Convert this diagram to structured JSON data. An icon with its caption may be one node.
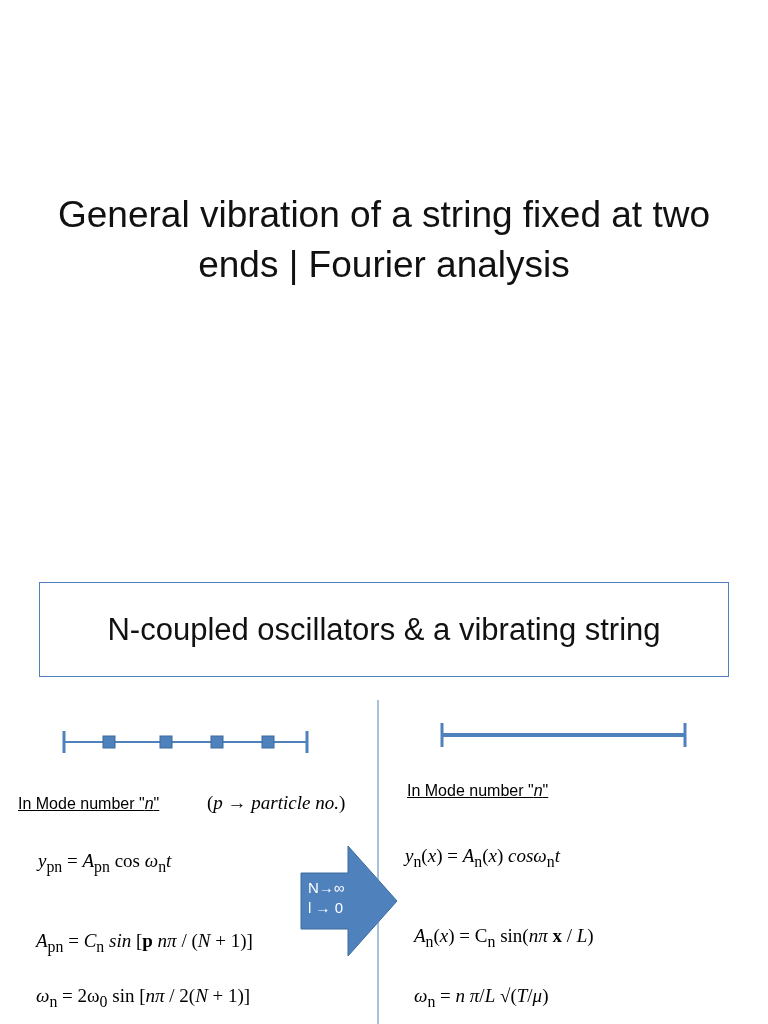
{
  "diagram": {
    "title": "General vibration of a string fixed at two ends | Fourier analysis",
    "nodes": [
      {
        "text": [
          "N-coupled oscillators & a vibrating string"
        ]
      },
      {
        "text": [
          "N→∞",
          "l → 0"
        ]
      }
    ],
    "labels": [
      "In Mode number \"*n*\"",
      "(*p* → *particle no.*)",
      "In Mode number \"*n*\"",
      "*y*$_{pn}$ = *A*$_{pn}$ cos *ω*$_{n}$*t*",
      "*y*$_{n}$(*x*) = *A*$_{n}$(*x*) *cosω*$_{n}$*t*",
      "*A*$_{pn}$ = *C*$_{n}$ *sin* [**p** *nπ* / (*N* + 1)]",
      "*A*$_{n}$(*x*) = C$_{n}$ sin(*nπ* **x** / *L*)",
      "*ω*$_{n}$ = 2ω$_{0}$ sin [*nπ* / 2(*N* + 1)]",
      "*ω*$_{n}$ = *n* *π*/*L* √(*T*/*μ*)"
    ]
  }
}
